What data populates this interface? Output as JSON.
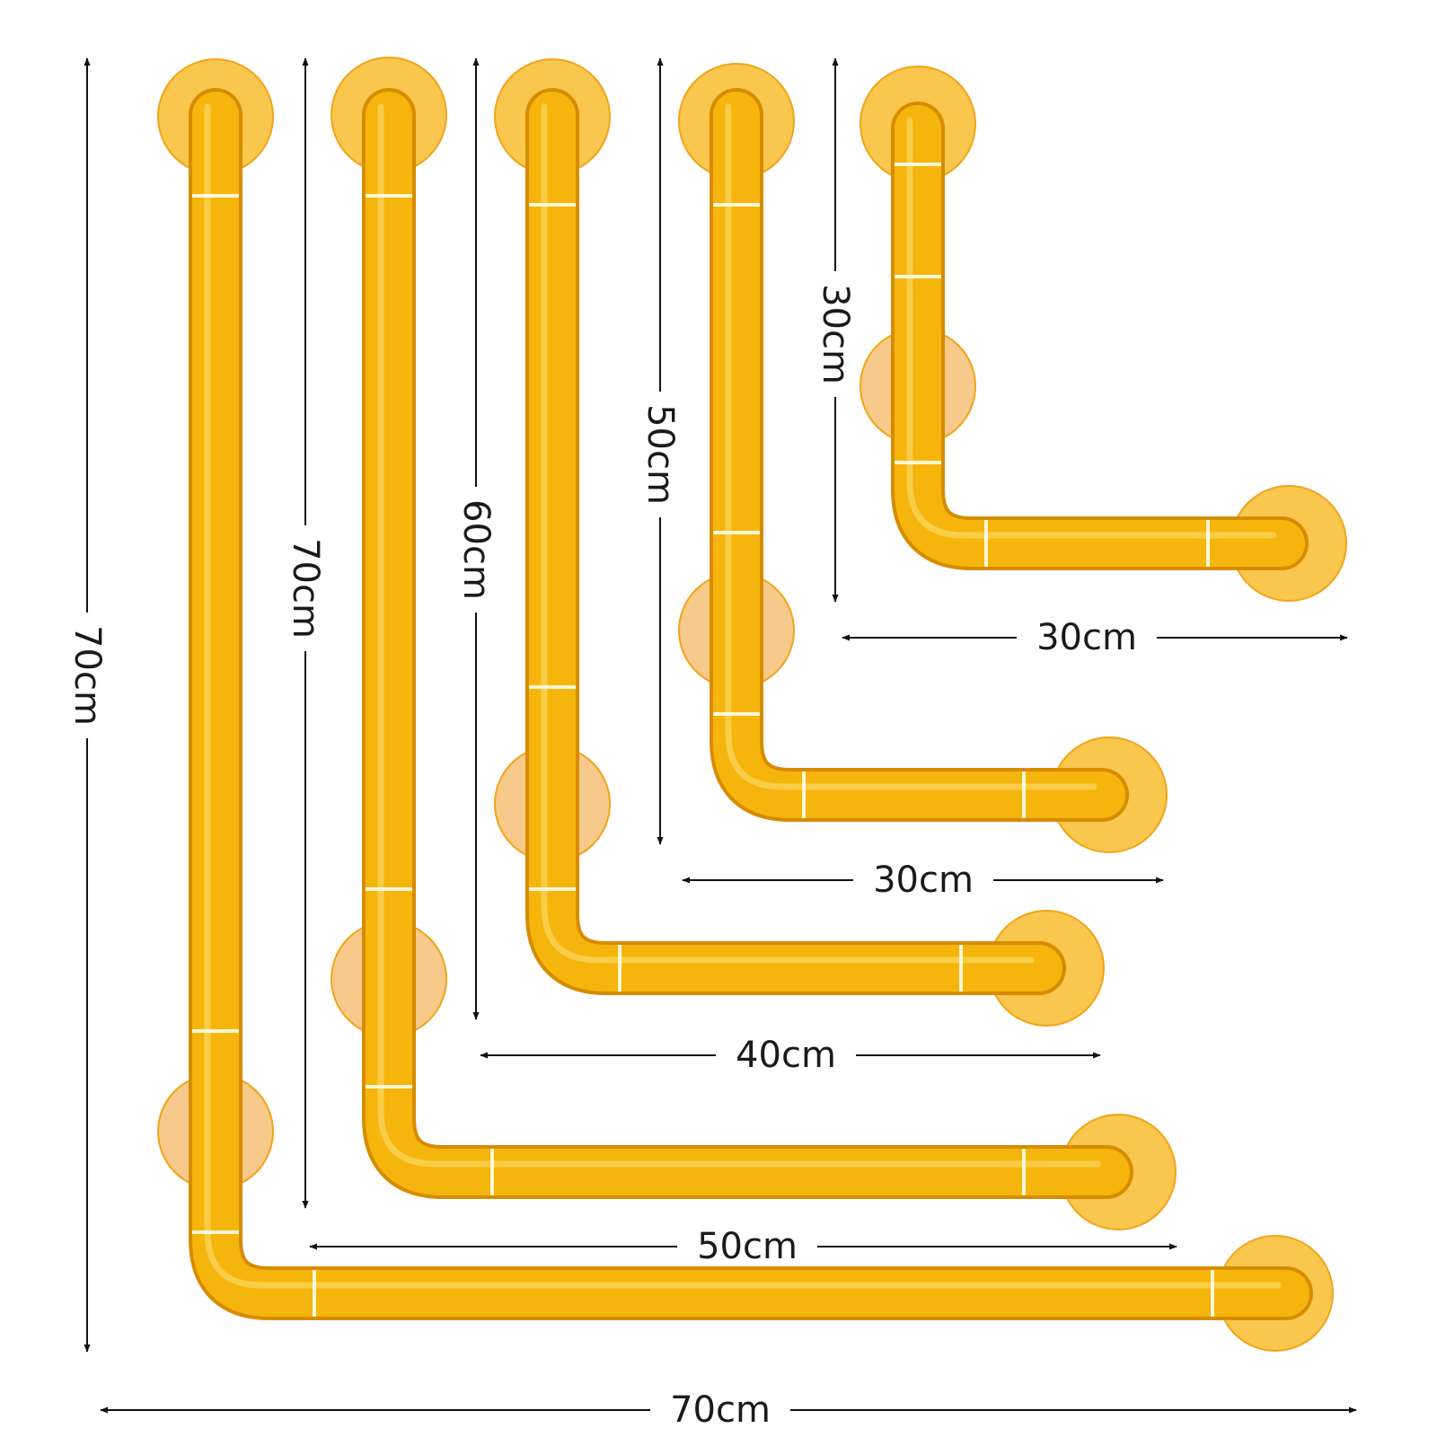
{
  "colors": {
    "tube": "#f5b50c",
    "tube_shadow": "#d78c00",
    "tube_highlight": "#fde07a",
    "flange": "#f9c64e",
    "flange_edge": "#f2a418",
    "flange_back": "#f7c98a",
    "joint_line": "#fff7d6",
    "line": "#111111",
    "text": "#1a1a1a"
  },
  "rails": [
    {
      "name": "rail-70x70",
      "vertical": {
        "label": "70cm",
        "cm": 70
      },
      "horizontal": {
        "label": "70cm",
        "cm": 70
      }
    },
    {
      "name": "rail-70x50",
      "vertical": {
        "label": "70cm",
        "cm": 70
      },
      "horizontal": {
        "label": "50cm",
        "cm": 50
      }
    },
    {
      "name": "rail-60x40",
      "vertical": {
        "label": "60cm",
        "cm": 60
      },
      "horizontal": {
        "label": "40cm",
        "cm": 40
      }
    },
    {
      "name": "rail-50x30",
      "vertical": {
        "label": "50cm",
        "cm": 50
      },
      "horizontal": {
        "label": "30cm",
        "cm": 30
      }
    },
    {
      "name": "rail-30x30",
      "vertical": {
        "label": "30cm",
        "cm": 30
      },
      "horizontal": {
        "label": "30cm",
        "cm": 30
      }
    }
  ]
}
